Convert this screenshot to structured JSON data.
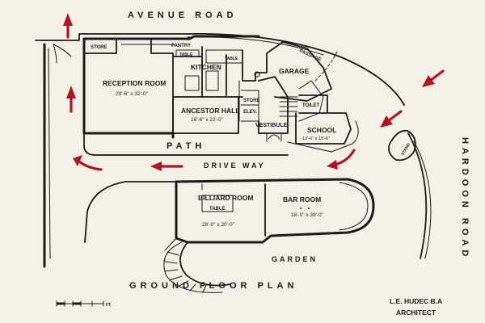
{
  "streets": {
    "avenue_road": "AVENUE ROAD",
    "hardoon_road": "HARDOON ROAD",
    "passage": "PASSAGE"
  },
  "rooms": {
    "store_top": "STORE",
    "pantry": "PANTRY",
    "table_small": "TABLE",
    "table_kitchen": "TABLE",
    "kitchen": "KITCHEN",
    "garage": "GARAGE",
    "reception": "RECEPTION ROOM",
    "reception_dim": "29'-6\" x 32'-0\"",
    "store_mid": "STORE",
    "elev": "ELEV.",
    "ancestor": "ANCESTOR HALL",
    "ancestor_dim": "16'-6\" x 22'-0\"",
    "vestibule": "VESTIBULE",
    "toilet": "TOILET",
    "school": "SCHOOL",
    "school_dim": "13'-6\" x 15'-6\"",
    "stand": "STAND",
    "billiard": "BILLIARD ROOM",
    "billiard_table": "TABLE",
    "billiard_dim": "28'-0\" x 20'-0\"",
    "bar": "BAR ROOM",
    "bar_dim": "18'-0\" x 39'-0\""
  },
  "labels": {
    "path": "PATH",
    "drive_way": "DRIVE WAY",
    "garden": "GARDEN",
    "plan_title": "GROUND FLOOR PLAN",
    "architect_name": "L.E. HUDEC B.A",
    "architect_title": "ARCHITECT",
    "scale_unit": "FT."
  },
  "colors": {
    "paper": "#f3f0e8",
    "ink": "#1c1a18",
    "arrow": "#b3151e"
  },
  "icons": [
    "red-flow-arrow",
    "scale-bar-icon"
  ]
}
